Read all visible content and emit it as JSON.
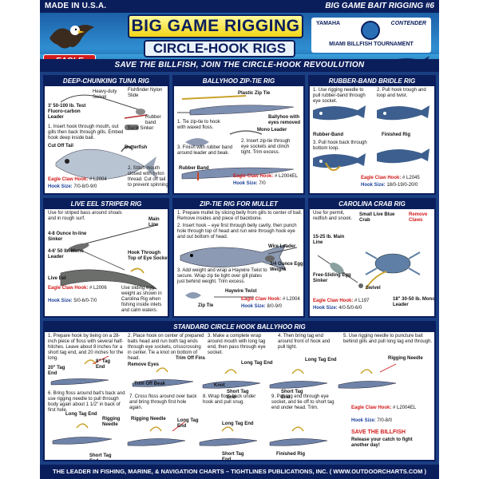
{
  "header": {
    "made_in": "MADE IN U.S.A.",
    "series": "BIG GAME BAIT RIGGING #6",
    "brand": "EAGLE CLAW",
    "title": "BIG GAME RIGGING",
    "subtitle": "CIRCLE-HOOK RIGS",
    "sponsor_left": "YAMAHA",
    "sponsor_right": "CONTENDER",
    "sponsor_bottom": "MIAMI BILLFISH TOURNAMENT",
    "slogan": "SAVE THE BILLFISH, JOIN THE CIRCLE-HOOK REVOULUTION"
  },
  "panels": {
    "tuna": {
      "title": "DEEP-CHUNKING TUNA RIG",
      "t1": "Heavy-duty Swivel",
      "t2": "Fishfinder Nylon Slide",
      "t3": "3' 50-100 lb. Test Fluoro-carbon Leader",
      "t4": "Rubber band",
      "t5": "Bank Sinker",
      "t6": "1. Insert hook through mouth, out gills then back through gills. Embed hook deep inside bait.",
      "t7": "Cut Off Tail",
      "t8": "Butterfish",
      "t9": "2. Stitch mouth closed with nylon thread. Cut off tail to prevent spinning",
      "hook_label": "Eagle Claw Hook:",
      "hook_num": "# L2004",
      "size_label": "Hook Size:",
      "size_val": "7/0-8/0-9/0"
    },
    "ballyhoo_zip": {
      "title": "BALLYHOO ZIP-TIE RIG",
      "t1": "Plastic Zip Tie",
      "t2": "Ballyhoo with eyes removed",
      "t3": "1. Tie zip-tie to hook with waxed floss.",
      "t4": "2. Insert zip-tie through eye sockets and clinch tight. Trim excess.",
      "t5": "Mono Leader",
      "t6": "3. Finish with rubber band around leader and beak.",
      "t7": "Rubber Band",
      "hook_label": "Eagle Claw Hook:",
      "hook_num": "# L2004EL",
      "size_label": "Hook Size:",
      "size_val": "7/0"
    },
    "rubber_band": {
      "title": "RUBBER-BAND BRIDLE RIG",
      "t1": "1. Use rigging needle to pull rubber-band through eye socket.",
      "t2": "2. Pull hook trough and loop and twist.",
      "t3": "Rubber-Band",
      "t4": "3. Pull hook back through bottom loop.",
      "t5": "Finished Rig",
      "hook_label": "Eagle Claw Hook:",
      "hook_num": "# L2045",
      "size_label": "Hook Size:",
      "size_val": "18/0-19/0-20/0"
    },
    "eel": {
      "title": "LIVE EEL STRIPER RIG",
      "t1": "Use for striped bass around shoals and in rough surf.",
      "t2": "Main Line",
      "t3": "4-8 Ounce In-line Sinker",
      "t4": "4-6' 50 lb. Mono Leader",
      "t5": "Hook Through Top of Eye Socket",
      "t6": "Live Eel",
      "t7": "Use sliding egg-weight as shown in Carolina Rig when fishing inside inlets and calm waters.",
      "hook_label": "Eagle Claw Hook:",
      "hook_num": "# L2006",
      "size_label": "Hook Size:",
      "size_val": "5/0-6/0-7/0"
    },
    "mullet": {
      "title": "ZIP-TIE RIG FOR MULLET",
      "t1": "1. Prepare mullet by slicing belly from gills to center of bait. Remove insides and piece of backbone.",
      "t2": "2. Insert hook – eye first through belly cavity, then punch hole through top of head and run wire through hook eye and out bottom of head.",
      "t3": "Wire Leader",
      "t4": "3/4 Ounce Egg Weight",
      "t5": "3. Add weight and wrap a Haywire Twist to secure. Wrap zip tie tight over gill plates just behind weight. Trim excess.",
      "t6": "Haywire Twist",
      "t7": "Zip Tie",
      "hook_label": "Eagle Claw Hook:",
      "hook_num": "# L2004",
      "size_label": "Hook Size:",
      "size_val": "8/0-9/0"
    },
    "crab": {
      "title": "CAROLINA CRAB RIG",
      "t1": "Use for permit, redfish and snook.",
      "t2": "Small Live Blue Crab",
      "t3": "Remove Claws",
      "t4": "15-25 lb. Main Line",
      "t5": "Free-Sliding Egg Sinker",
      "t6": "Swivel",
      "t7": "18\" 30-50 lb. Mono Leader",
      "hook_label": "Eagle Claw Hook:",
      "hook_num": "# L197",
      "size_label": "Hook Size:",
      "size_val": "4/0-5/0-6/0"
    },
    "standard": {
      "title": "STANDARD CIRCLE HOOK BALLYHOO RIG",
      "s1": "1. Prepare hook by tieing on a 28-inch piece of floss with several half-hitches. Leave about 8 inches for a short tag end, and 20 inches for the long.",
      "s1a": "8\" Tag End",
      "s1b": "20\" Tag End",
      "s2": "2. Place hook on center of prepared baits head and run both tag ends through eye sockets, crisscrossing in center. Tie a knot on bottom of head.",
      "s2a": "Remove Eyes",
      "s2b": "Trim Off Fins",
      "s2c": "Trim Off Beak",
      "s3": "3. Make a complete wrap around mouth with long tag end, then pass through eye socket.",
      "s3a": "Long Tag End",
      "s3b": "Knot",
      "s3c": "Short Tag End",
      "s4": "4. Then bring tag end around front of hook and pull tight.",
      "s4a": "Long Tag End",
      "s4b": "Short Tag End",
      "s5": "5. Use rigging needle to puncture bait behind gills and pull long tag end through.",
      "s5a": "Rigging Needle",
      "s6": "6. Bring floss around bait's back and use rigging needle to pull through body again about 1 1/2\" in back of first hole.",
      "s6a": "Long Tag End",
      "s6b": "Rigging Needle",
      "s6c": "Short Tag End",
      "s7": "7. Cross floss around over back and bring through first hole again.",
      "s7a": "Rigging Needle",
      "s7b": "Long Tag End",
      "s8": "8. Wrap floss back under hook and pull snug.",
      "s8a": "Long Tag End",
      "s8b": "Short Tag End",
      "s9": "9. Pull tag end through eye socket, and tie off to short tag end under head. Trim.",
      "s9a": "Finished Rig",
      "hook_label": "Eagle Claw Hook:",
      "hook_num": "# L2004EL",
      "size_label": "Hook Size:",
      "size_val": "7/0-8/0",
      "save1": "SAVE THE BILLFISH",
      "save2": "Release your catch to fight another day!"
    }
  },
  "footer": {
    "text": "THE LEADER IN FISHING, MARINE, & NAVIGATION CHARTS – TIGHTLINES PUBLICATIONS, INC. ( WWW.OUTDOORCHARTS.COM )"
  },
  "colors": {
    "navy": "#0b1e5c",
    "panel_bg": "#1a3e82",
    "title_yellow": "#f2d516",
    "accent_red": "#d11b1b"
  }
}
